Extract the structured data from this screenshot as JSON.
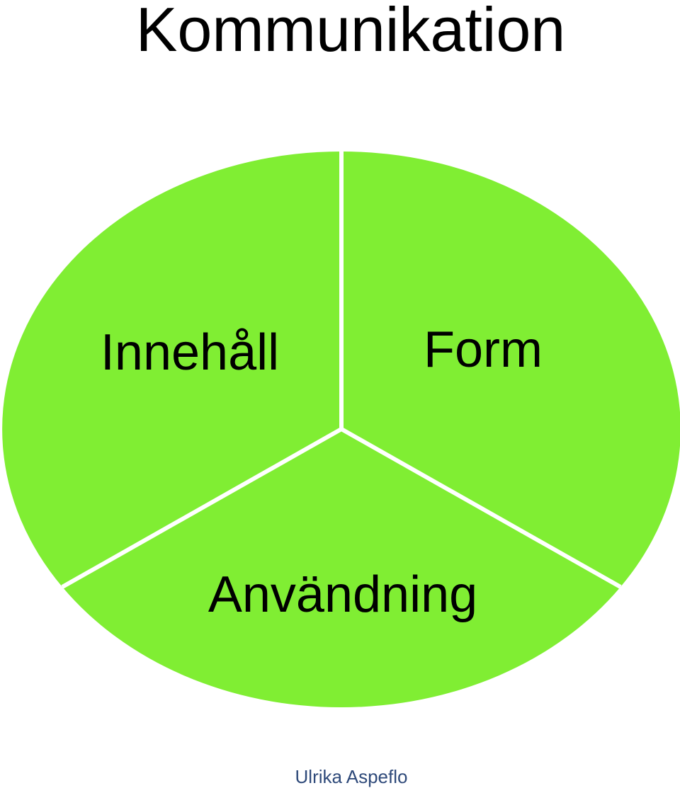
{
  "title": "Kommunikation",
  "segments": [
    {
      "label": "Innehåll"
    },
    {
      "label": "Form"
    },
    {
      "label": "Användning"
    }
  ],
  "footer": "Ulrika Aspeflo",
  "colors": {
    "segment_fill": "#80EE33",
    "divider": "#ffffff",
    "text": "#000000",
    "footer_text": "#2F4A7A"
  }
}
